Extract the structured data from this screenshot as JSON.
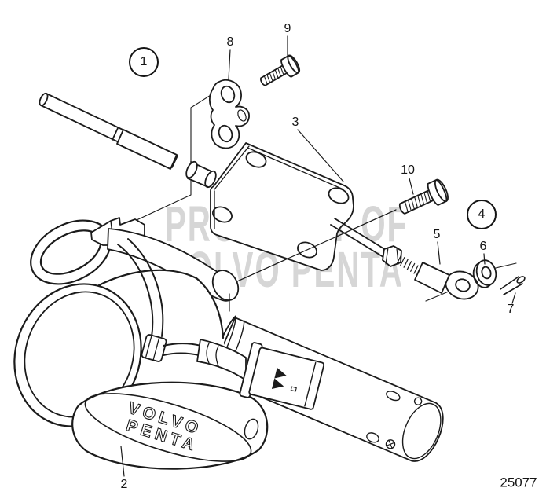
{
  "figure_number": "25077",
  "watermark": {
    "line1": "PROPERTY OF",
    "line2": "VOLVO PENTA"
  },
  "product_logo": {
    "line1": "VOLVO",
    "line2": "PENTA"
  },
  "callouts": {
    "item1": "1",
    "item2": "2",
    "item3": "3",
    "item4": "4",
    "item5": "5",
    "item6": "6",
    "item7": "7",
    "item8": "8",
    "item9": "9",
    "item10": "10"
  },
  "colors": {
    "background": "#ffffff",
    "line": "#1b1b1b",
    "watermark": "#d6d6d6"
  }
}
